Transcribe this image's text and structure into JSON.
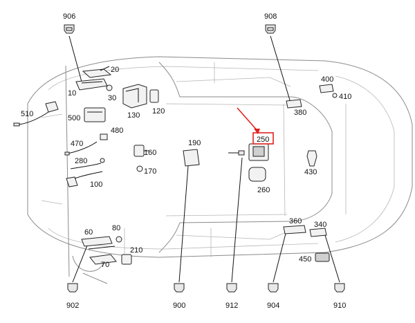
{
  "highlight": {
    "label": "250",
    "color": "#e02020"
  },
  "parts": {
    "p10": "10",
    "p20": "20",
    "p30": "30",
    "p60": "60",
    "p70": "70",
    "p80": "80",
    "p100": "100",
    "p120": "120",
    "p130": "130",
    "p160": "160",
    "p170": "170",
    "p190": "190",
    "p210": "210",
    "p250": "250",
    "p260": "260",
    "p280": "280",
    "p340": "340",
    "p360": "360",
    "p380": "380",
    "p400": "400",
    "p410": "410",
    "p430": "430",
    "p450": "450",
    "p470": "470",
    "p480": "480",
    "p500": "500",
    "p510": "510"
  },
  "connectors": {
    "c900": "900",
    "c902": "902",
    "c904": "904",
    "c906": "906",
    "c908": "908",
    "c910": "910",
    "c912": "912"
  }
}
